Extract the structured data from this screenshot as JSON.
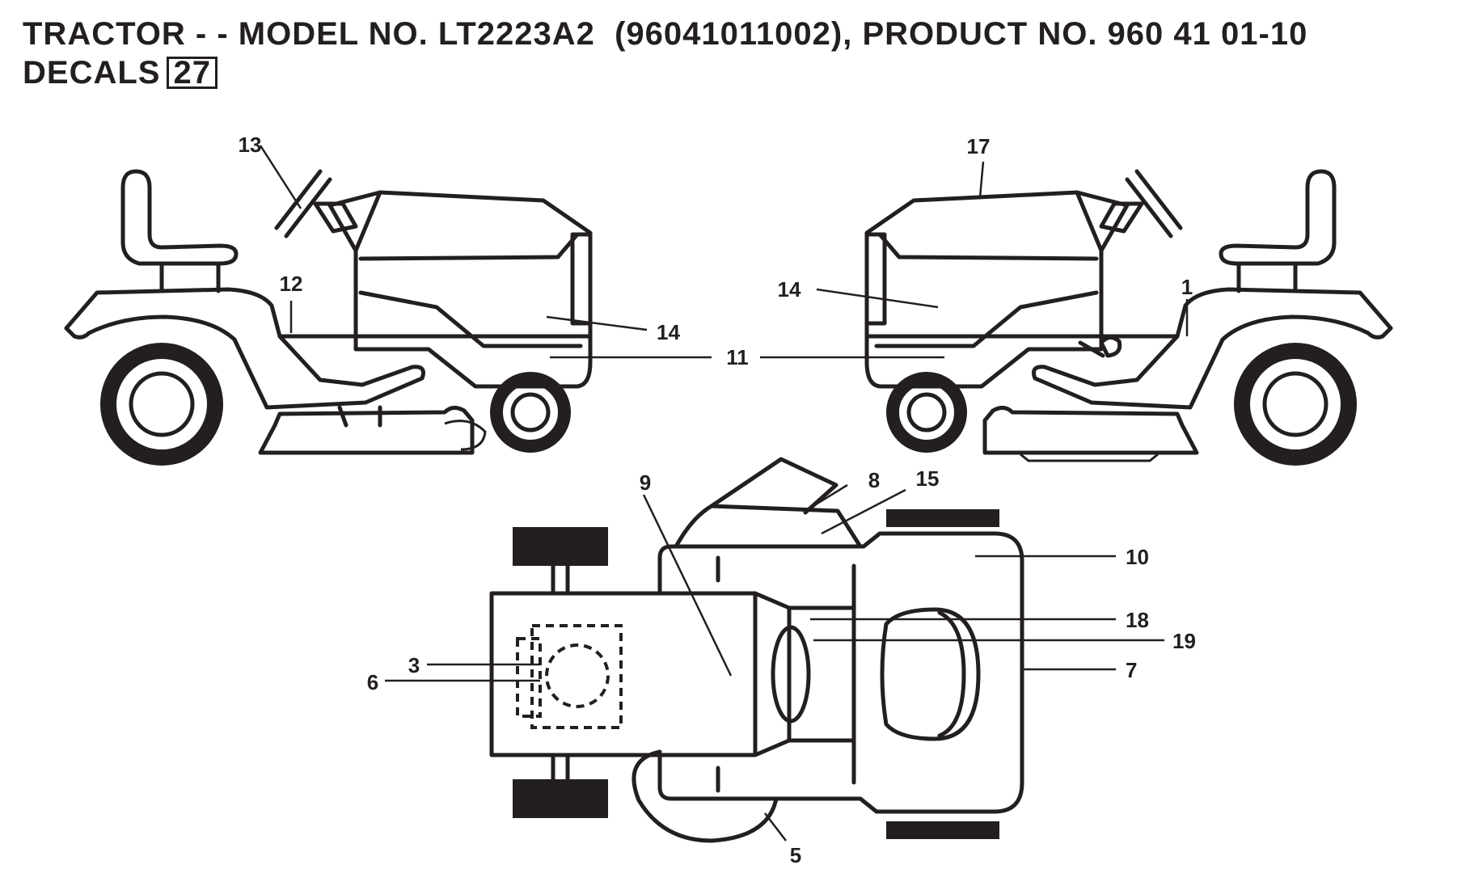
{
  "header": {
    "title": "TRACTOR - - MODEL NO. LT2223A2  (96041011002), PRODUCT NO. 960 41 01-10",
    "section_label": "DECALS",
    "section_number": "27"
  },
  "callouts": [
    {
      "id": "1",
      "text": "1"
    },
    {
      "id": "3",
      "text": "3"
    },
    {
      "id": "5",
      "text": "5"
    },
    {
      "id": "6",
      "text": "6"
    },
    {
      "id": "7",
      "text": "7"
    },
    {
      "id": "8",
      "text": "8"
    },
    {
      "id": "9",
      "text": "9"
    },
    {
      "id": "10",
      "text": "10"
    },
    {
      "id": "11",
      "text": "11"
    },
    {
      "id": "12",
      "text": "12"
    },
    {
      "id": "13",
      "text": "13"
    },
    {
      "id": "14a",
      "text": "14"
    },
    {
      "id": "14b",
      "text": "14"
    },
    {
      "id": "15",
      "text": "15"
    },
    {
      "id": "17",
      "text": "17"
    },
    {
      "id": "18",
      "text": "18"
    },
    {
      "id": "19",
      "text": "19"
    }
  ],
  "colors": {
    "ink": "#231f20",
    "background": "#ffffff"
  }
}
